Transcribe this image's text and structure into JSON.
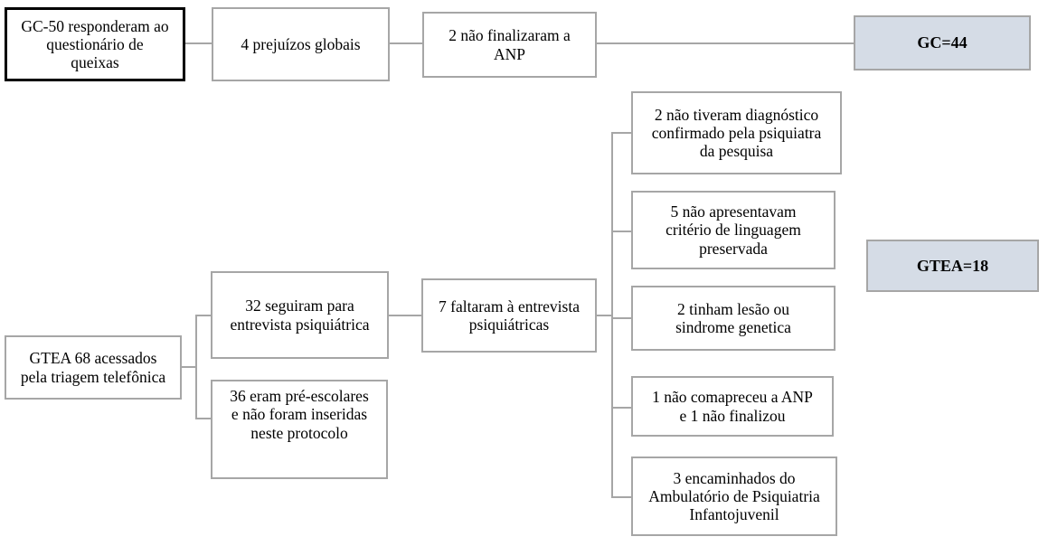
{
  "diagram": {
    "title": "Fluxograma de recrutamento GC e GTEA",
    "accent_fill": "#d5dce6",
    "border_color": "#a6a6a6",
    "emphasis_border_color": "#000000"
  },
  "nodes": {
    "gc_source": "GC-50 responderam ao\nquestionário de\nqueixas",
    "gc_excl_1": "4 prejuízos globais",
    "gc_excl_2": "2 não finalizaram a\nANP",
    "gc_result": "GC=44",
    "gtea_source": "GTEA 68 acessados\npela triagem telefônica",
    "gtea_branch_1": "32 seguiram para\nentrevista psiquiátrica",
    "gtea_branch_2": "36 eram pré-escolares\ne não foram inseridas\nneste protocolo",
    "gtea_excl_main": "7 faltaram à entrevista\npsiquiátricas",
    "gtea_excl_1": "2 não tiveram diagnóstico\nconfirmado pela psiquiatra\nda pesquisa",
    "gtea_excl_2": "5 não apresentavam\ncritério de linguagem\npreservada",
    "gtea_excl_3": "2 tinham lesão ou\nsindrome genetica",
    "gtea_excl_4": "1 não comapreceu a ANP\ne 1 não finalizou",
    "gtea_excl_5": "3 encaminhados do\nAmbulatório de Psiquiatria\nInfantojuvenil",
    "gtea_result": "GTEA=18"
  }
}
